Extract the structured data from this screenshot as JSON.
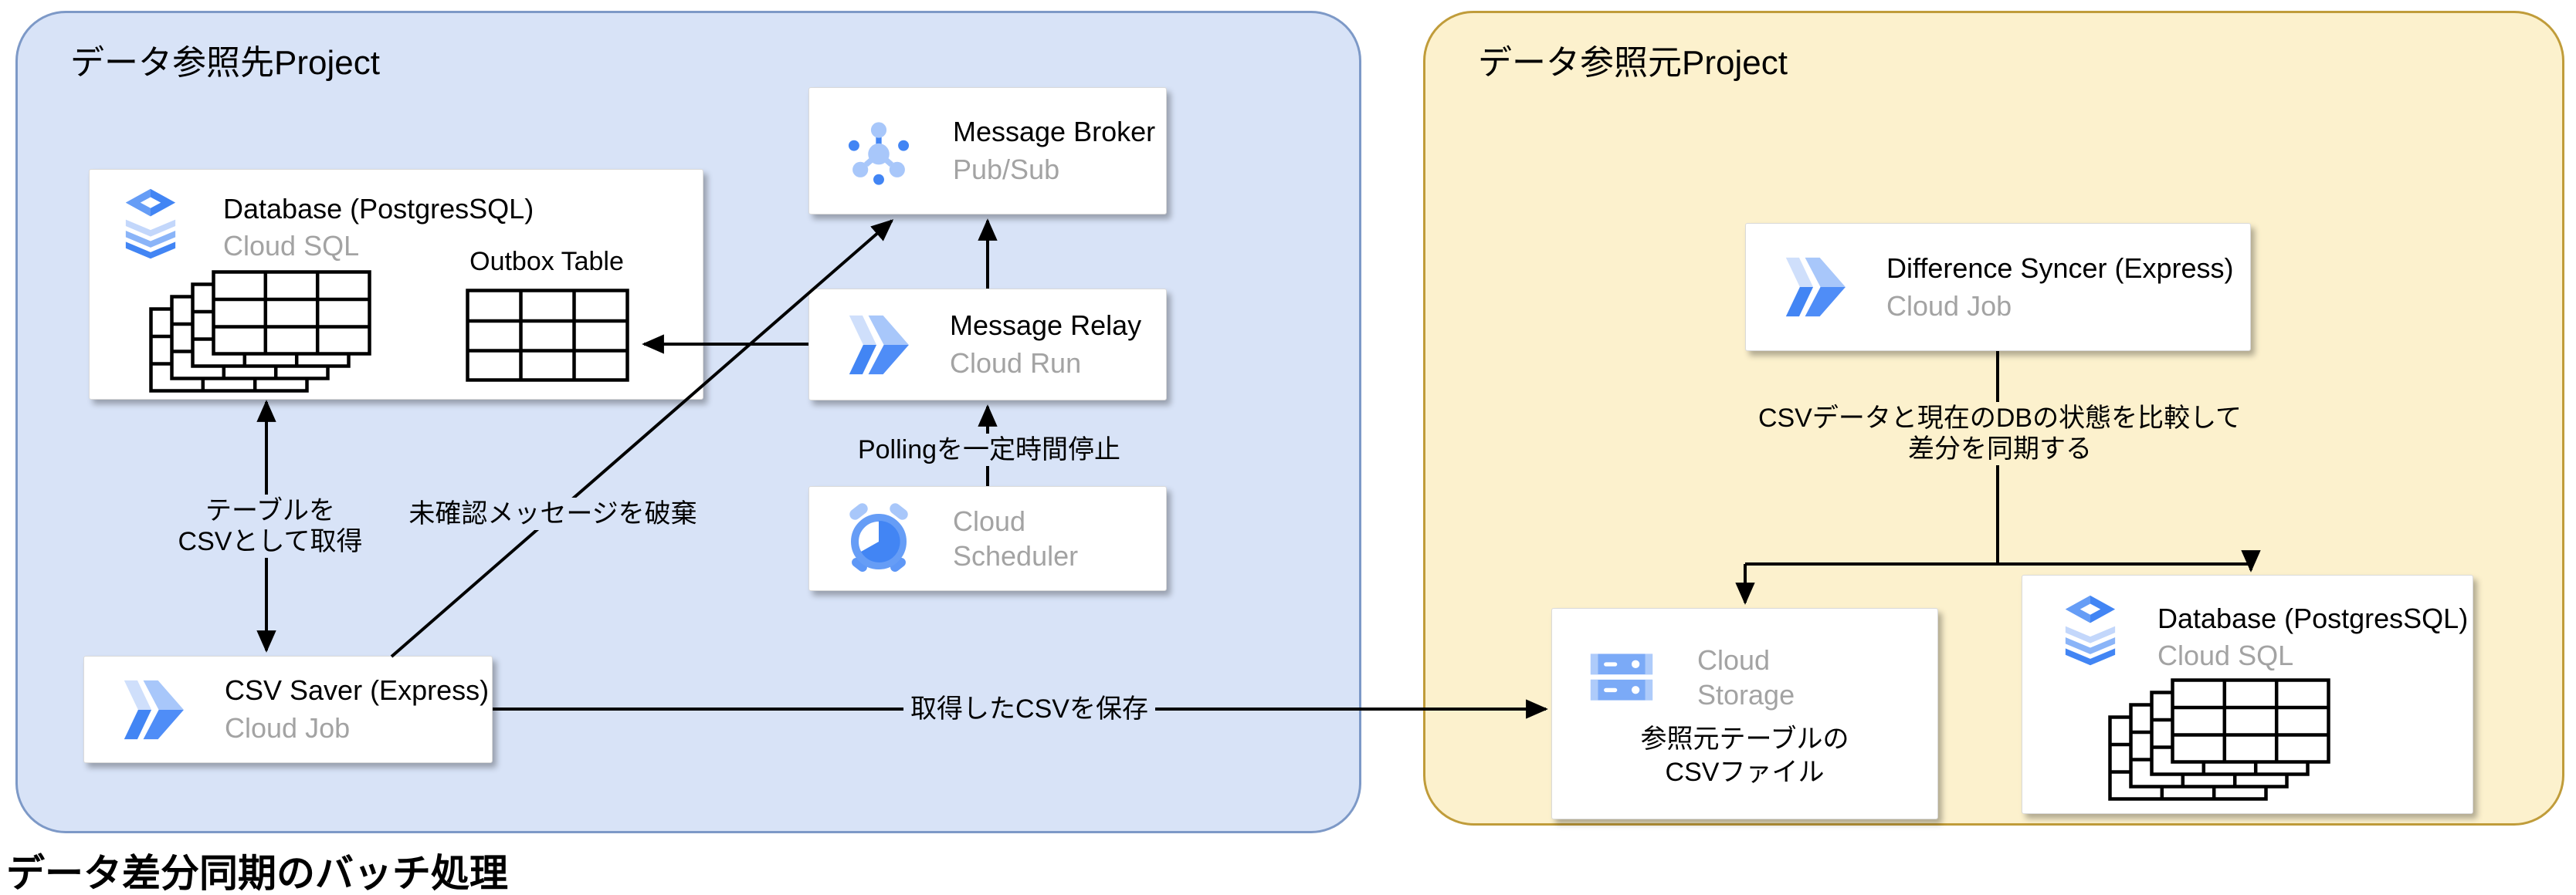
{
  "containers": {
    "left": {
      "title": "データ参照先Project"
    },
    "right": {
      "title": "データ参照元Project"
    }
  },
  "caption": "データ差分同期のバッチ処理",
  "nodes": {
    "db_left": {
      "title": "Database (PostgresSQL)",
      "subtitle": "Cloud SQL",
      "outbox_label": "Outbox Table"
    },
    "broker": {
      "title": "Message Broker",
      "subtitle": "Pub/Sub"
    },
    "relay": {
      "title": "Message Relay",
      "subtitle": "Cloud Run"
    },
    "scheduler": {
      "line1": "Cloud",
      "line2": "Scheduler"
    },
    "csv_saver": {
      "title": "CSV Saver (Express)",
      "subtitle": "Cloud Job"
    },
    "diff_syncer": {
      "title": "Difference Syncer (Express)",
      "subtitle": "Cloud Job"
    },
    "storage": {
      "line1": "Cloud",
      "line2": "Storage",
      "note1": "参照元テーブルの",
      "note2": "CSVファイル"
    },
    "db_right": {
      "title": "Database (PostgresSQL)",
      "subtitle": "Cloud SQL"
    }
  },
  "edges": {
    "fetch": {
      "line1": "テーブルを",
      "line2": "CSVとして取得"
    },
    "discard": {
      "text": "未確認メッセージを破棄"
    },
    "polling": {
      "text": "Pollingを一定時間停止"
    },
    "save": {
      "text": "取得したCSVを保存"
    },
    "compare": {
      "line1": "CSVデータと現在のDBの状態を比較して",
      "line2": "差分を同期する"
    }
  },
  "icons": {
    "database": "cloud-sql-icon",
    "broker": "pubsub-icon",
    "run_job": "cloud-run-icon",
    "scheduler": "cloud-scheduler-icon",
    "storage": "cloud-storage-icon",
    "table": "table-grid-icon"
  },
  "colors": {
    "blue_container_fill": "#d8e3f7",
    "blue_container_border": "#7d99c7",
    "yellow_container_fill": "#fcf1cd",
    "yellow_container_border": "#c09c3a",
    "gray_text": "#a3a3a3",
    "google_blue": "#4285f4",
    "google_blue_mid": "#669df6",
    "google_blue_light": "#a8c7fa",
    "arrow": "#000000"
  }
}
